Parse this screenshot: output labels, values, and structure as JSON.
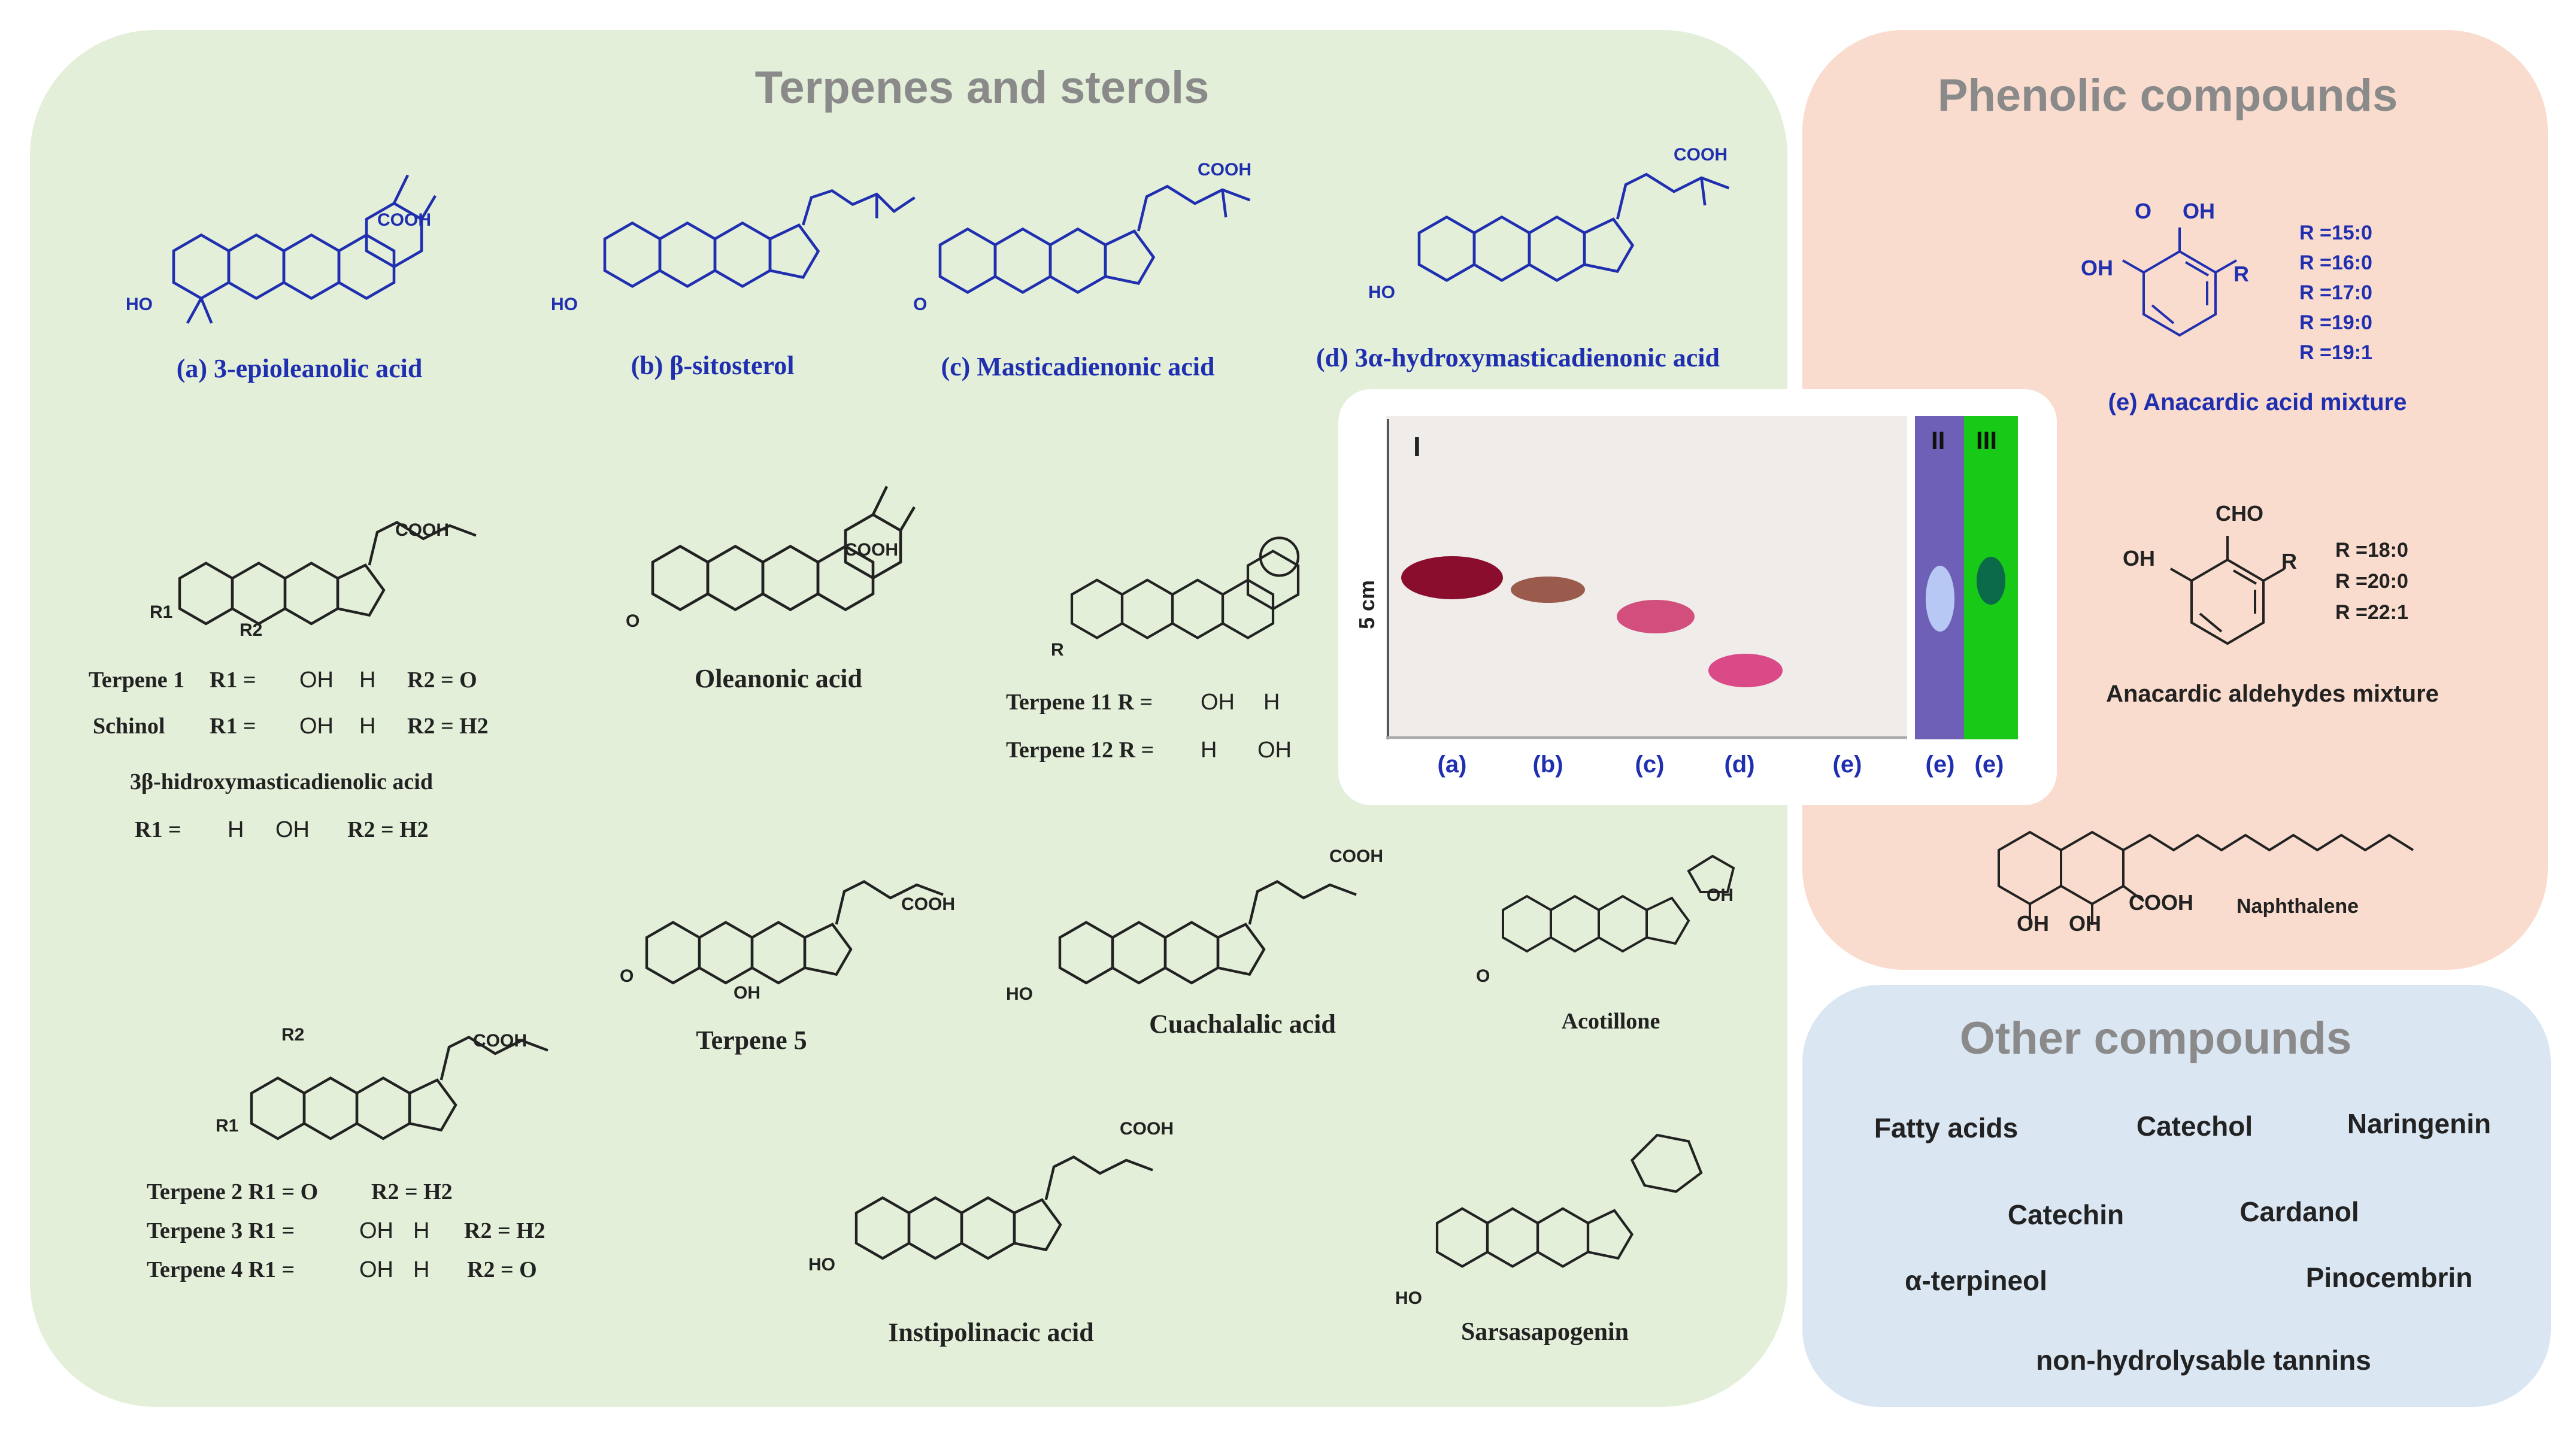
{
  "panels": {
    "terpenes": {
      "title": "Terpenes and sterols",
      "fill": "#e3efd8"
    },
    "phenolic": {
      "title": "Phenolic compounds",
      "fill": "#f9dccd"
    },
    "other": {
      "title": "Other compounds",
      "fill": "#dbe6f3"
    }
  },
  "colors": {
    "title_gray": "#8a8a8a",
    "highlight_blue": "#1f2fb0",
    "ink": "#222222"
  },
  "terpenes": {
    "a": "(a) 3-epioleanolic acid",
    "b": "(b) β-sitosterol",
    "c": "(c) Masticadienonic acid",
    "d": "(d) 3α-hydroxymasticadienonic acid",
    "row2": {
      "terpene1": [
        "Terpene 1",
        "R1 = ",
        "OH",
        "H",
        "R2 = O"
      ],
      "schinol": [
        "Schinol",
        "R1 = ",
        "OH",
        "H",
        "R2 = H2"
      ],
      "hydroxy_name": "3β-hidroxymasticadienolic acid",
      "hydroxy_r": [
        "R1 = ",
        "H",
        "OH",
        "R2 = H2"
      ],
      "oleanonic": "Oleanonic acid",
      "terpene11": [
        "Terpene 11 R = ",
        "OH",
        "H"
      ],
      "terpene12": [
        "Terpene 12 R = ",
        "H",
        "OH"
      ]
    },
    "row3": {
      "terpene5": "Terpene 5",
      "cuachalalic": "Cuachalalic acid",
      "acotillone": "Acotillone"
    },
    "row4": {
      "terpene2": [
        "Terpene 2 R1 = O",
        "R2 = H2"
      ],
      "terpene3": [
        "Terpene 3 R1 = ",
        "OH",
        "H",
        "R2 = H2"
      ],
      "terpene4": [
        "Terpene 4 R1 = ",
        "OH",
        "H",
        "R2 = O"
      ],
      "instipolinacic": "Instipolinacic acid",
      "sarsasapogenin": "Sarsasapogenin"
    },
    "atoms": {
      "cooh": "COOH",
      "ho": "HO",
      "o": "O",
      "r1": "R1",
      "r2": "R2",
      "r": "R",
      "oh": "OH",
      "h": "H"
    }
  },
  "tlc": {
    "plate_labels": [
      "I",
      "II",
      "III"
    ],
    "scale_label": "5 cm",
    "lanes": [
      "(a)",
      "(b)",
      "(c)",
      "(d)",
      "(e)",
      "(e)",
      "(e)"
    ],
    "spot_colors": [
      "#8a0d2e",
      "#9a5a4c",
      "#d24e7d",
      "#d94a86"
    ],
    "uv_colors": {
      "ii": "#5a4ea0",
      "iii": "#18c918"
    }
  },
  "phenolic": {
    "anacardic_acid": {
      "name": "(e) Anacardic acid mixture",
      "r_values": [
        "15:0",
        "16:0",
        "17:0",
        "19:0",
        "19:1"
      ]
    },
    "anacardic_aldehydes": {
      "name": "Anacardic aldehydes mixture",
      "r_values": [
        "18:0",
        "20:0",
        "22:1"
      ]
    },
    "naphthalene": "Naphthalene",
    "atoms": {
      "oh": "OH",
      "o": "O",
      "r": "R",
      "cho": "CHO",
      "cooh": "COOH",
      "r_eq": "R ="
    }
  },
  "other": {
    "items": [
      "Fatty acids",
      "Catechol",
      "Naringenin",
      "Catechin",
      "Cardanol",
      "α-terpineol",
      "Pinocembrin",
      "non-hydrolysable tannins"
    ]
  }
}
